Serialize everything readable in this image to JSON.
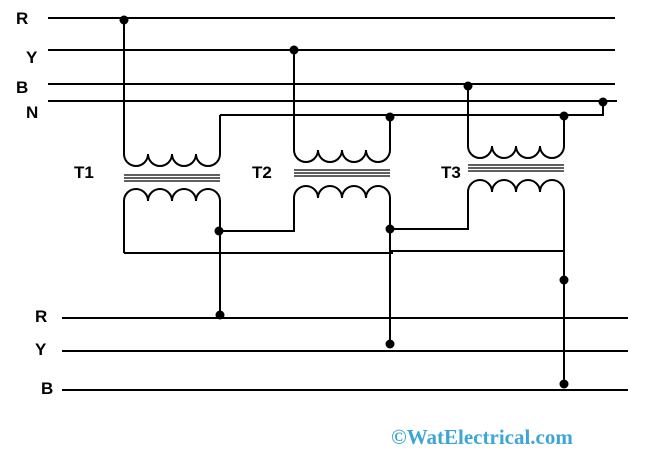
{
  "input_bus": {
    "labels": [
      "R",
      "Y",
      "B",
      "N"
    ]
  },
  "transformers": [
    {
      "label": "T1"
    },
    {
      "label": "T2"
    },
    {
      "label": "T3"
    }
  ],
  "output_bus": {
    "labels": [
      "R",
      "Y",
      "B"
    ]
  },
  "watermark": {
    "text": "©WatElectrical.com",
    "color": "#3ea6d6"
  }
}
